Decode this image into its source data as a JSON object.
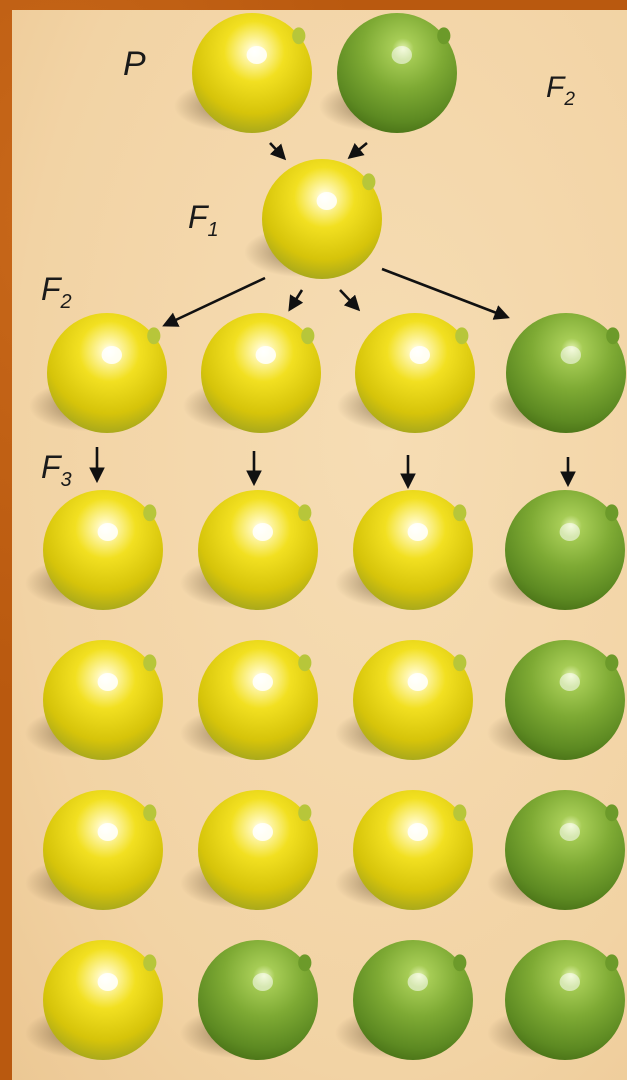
{
  "labels": {
    "p": "P",
    "f1_letter": "F",
    "f1_sub": "1",
    "f2_letter": "F",
    "f2_sub": "2",
    "f2_corner_letter": "F",
    "f2_corner_sub": "2",
    "f3_letter": "F",
    "f3_sub": "3"
  },
  "generations": {
    "P": [
      "yellow",
      "green"
    ],
    "F1": [
      "yellow"
    ],
    "F2": [
      "yellow",
      "yellow",
      "yellow",
      "green"
    ],
    "F3": [
      [
        "yellow",
        "yellow",
        "yellow",
        "green"
      ],
      [
        "yellow",
        "yellow",
        "yellow",
        "green"
      ],
      [
        "yellow",
        "yellow",
        "yellow",
        "green"
      ],
      [
        "yellow",
        "green",
        "green",
        "green"
      ]
    ]
  },
  "colors": {
    "yellow": "#e2c90a",
    "green": "#76a42c",
    "border": "#b9590f",
    "background": "#f4d8ac"
  }
}
